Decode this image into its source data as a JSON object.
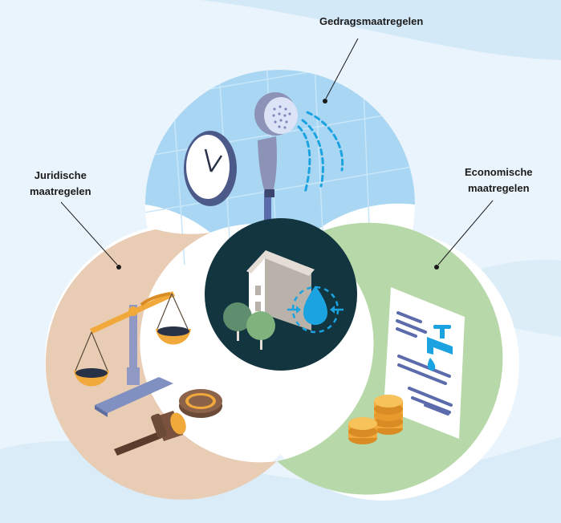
{
  "labels": {
    "top": "Gedragsmaatregelen",
    "left_line1": "Juridische",
    "left_line2": "maatregelen",
    "right_line1": "Economische",
    "right_line2": "maatregelen"
  },
  "colors": {
    "background": "#eaf4fc",
    "top_circle": "#a9d6f2",
    "left_circle": "#e8ccb4",
    "right_circle": "#b7d8a8",
    "center_circle": "#123540",
    "accent_blue": "#1aa3e0",
    "coin_gold": "#f2a93b"
  },
  "icons": {
    "top": [
      "shower-head-icon",
      "wall-clock-icon",
      "water-spray-icon"
    ],
    "left": [
      "balance-scale-icon",
      "gavel-icon"
    ],
    "right": [
      "document-icon",
      "water-tap-icon",
      "coin-stack-icon"
    ],
    "center": [
      "house-icon",
      "water-drop-icon",
      "tree-icon"
    ]
  }
}
